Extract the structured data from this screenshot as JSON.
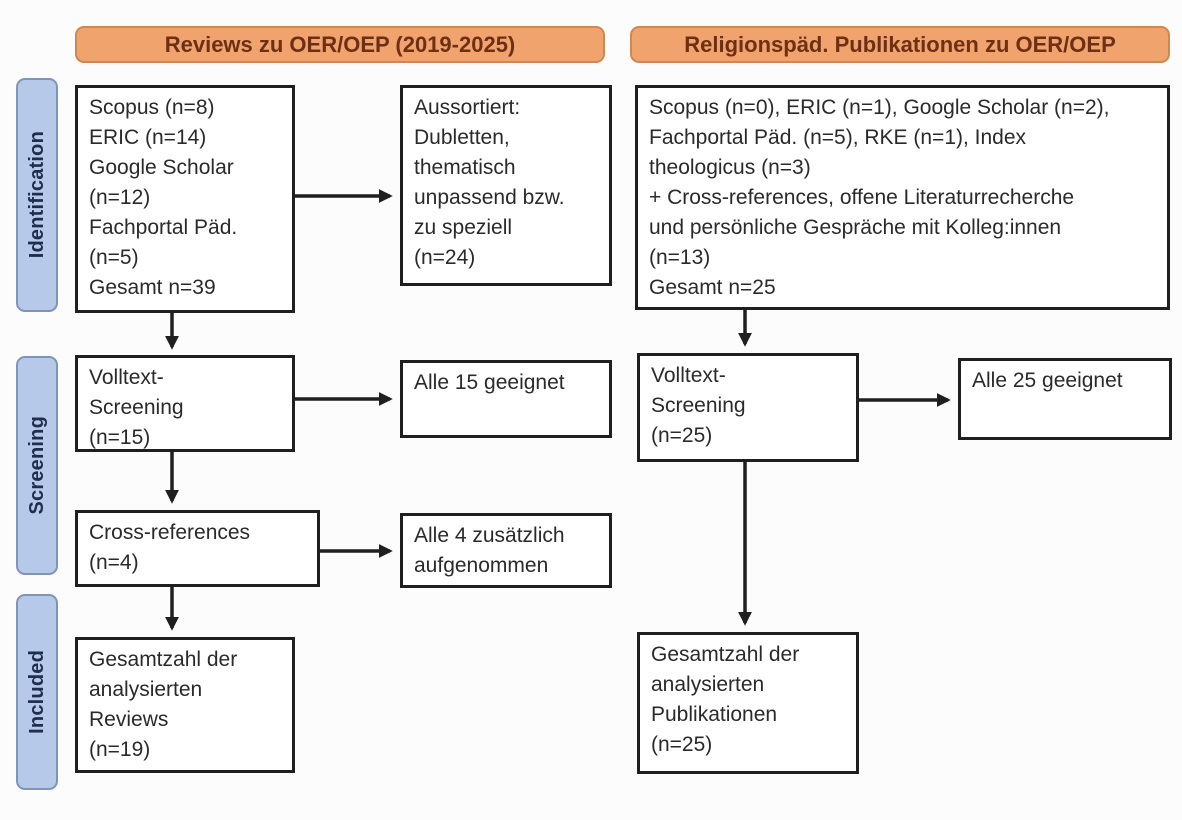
{
  "headers": {
    "left": "Reviews zu OER/OEP (2019-2025)",
    "right": "Religionspäd. Publikationen zu OER/OEP"
  },
  "sidebar": {
    "identification": "Identification",
    "screening": "Screening",
    "included": "Included"
  },
  "boxes": {
    "reviews_sources": "Scopus (n=8)\nERIC (n=14)\nGoogle Scholar\n(n=12)\nFachportal Päd.\n(n=5)\nGesamt n=39",
    "aussortiert": "Aussortiert:\nDubletten,\nthematisch\nunpassend bzw.\nzu speziell\n(n=24)",
    "relpaed_sources": "Scopus (n=0), ERIC (n=1), Google Scholar (n=2),\nFachportal Päd. (n=5), RKE (n=1), Index\ntheologicus (n=3)\n+ Cross-references, offene Literaturrecherche\nund persönliche Gespräche mit Kolleg:innen\n(n=13)\nGesamt n=25",
    "volltext_reviews": "Volltext-\nScreening\n(n=15)",
    "alle15": "Alle 15 geeignet",
    "volltext_relpaed": "Volltext-\nScreening\n(n=25)",
    "alle25": "Alle 25 geeignet",
    "crossref": "Cross-references\n(n=4)",
    "alle4": "Alle 4 zusätzlich\naufgenommen",
    "included_reviews": "Gesamtzahl der\nanalysierten\nReviews\n(n=19)",
    "included_relpaed": "Gesamtzahl der\nanalysierten\nPublikationen\n(n=25)"
  },
  "colors": {
    "page_bg": "#fcfcfc",
    "header_bg": "#f1a36e",
    "header_border": "#cf8850",
    "header_text": "#6e3014",
    "sidebar_bg": "#b6c9e8",
    "sidebar_border": "#8094b8",
    "sidebar_text": "#1f2d4e",
    "box_border": "#1f1f1f",
    "box_text": "#2a2a2a",
    "arrow": "#1f1f1f"
  }
}
